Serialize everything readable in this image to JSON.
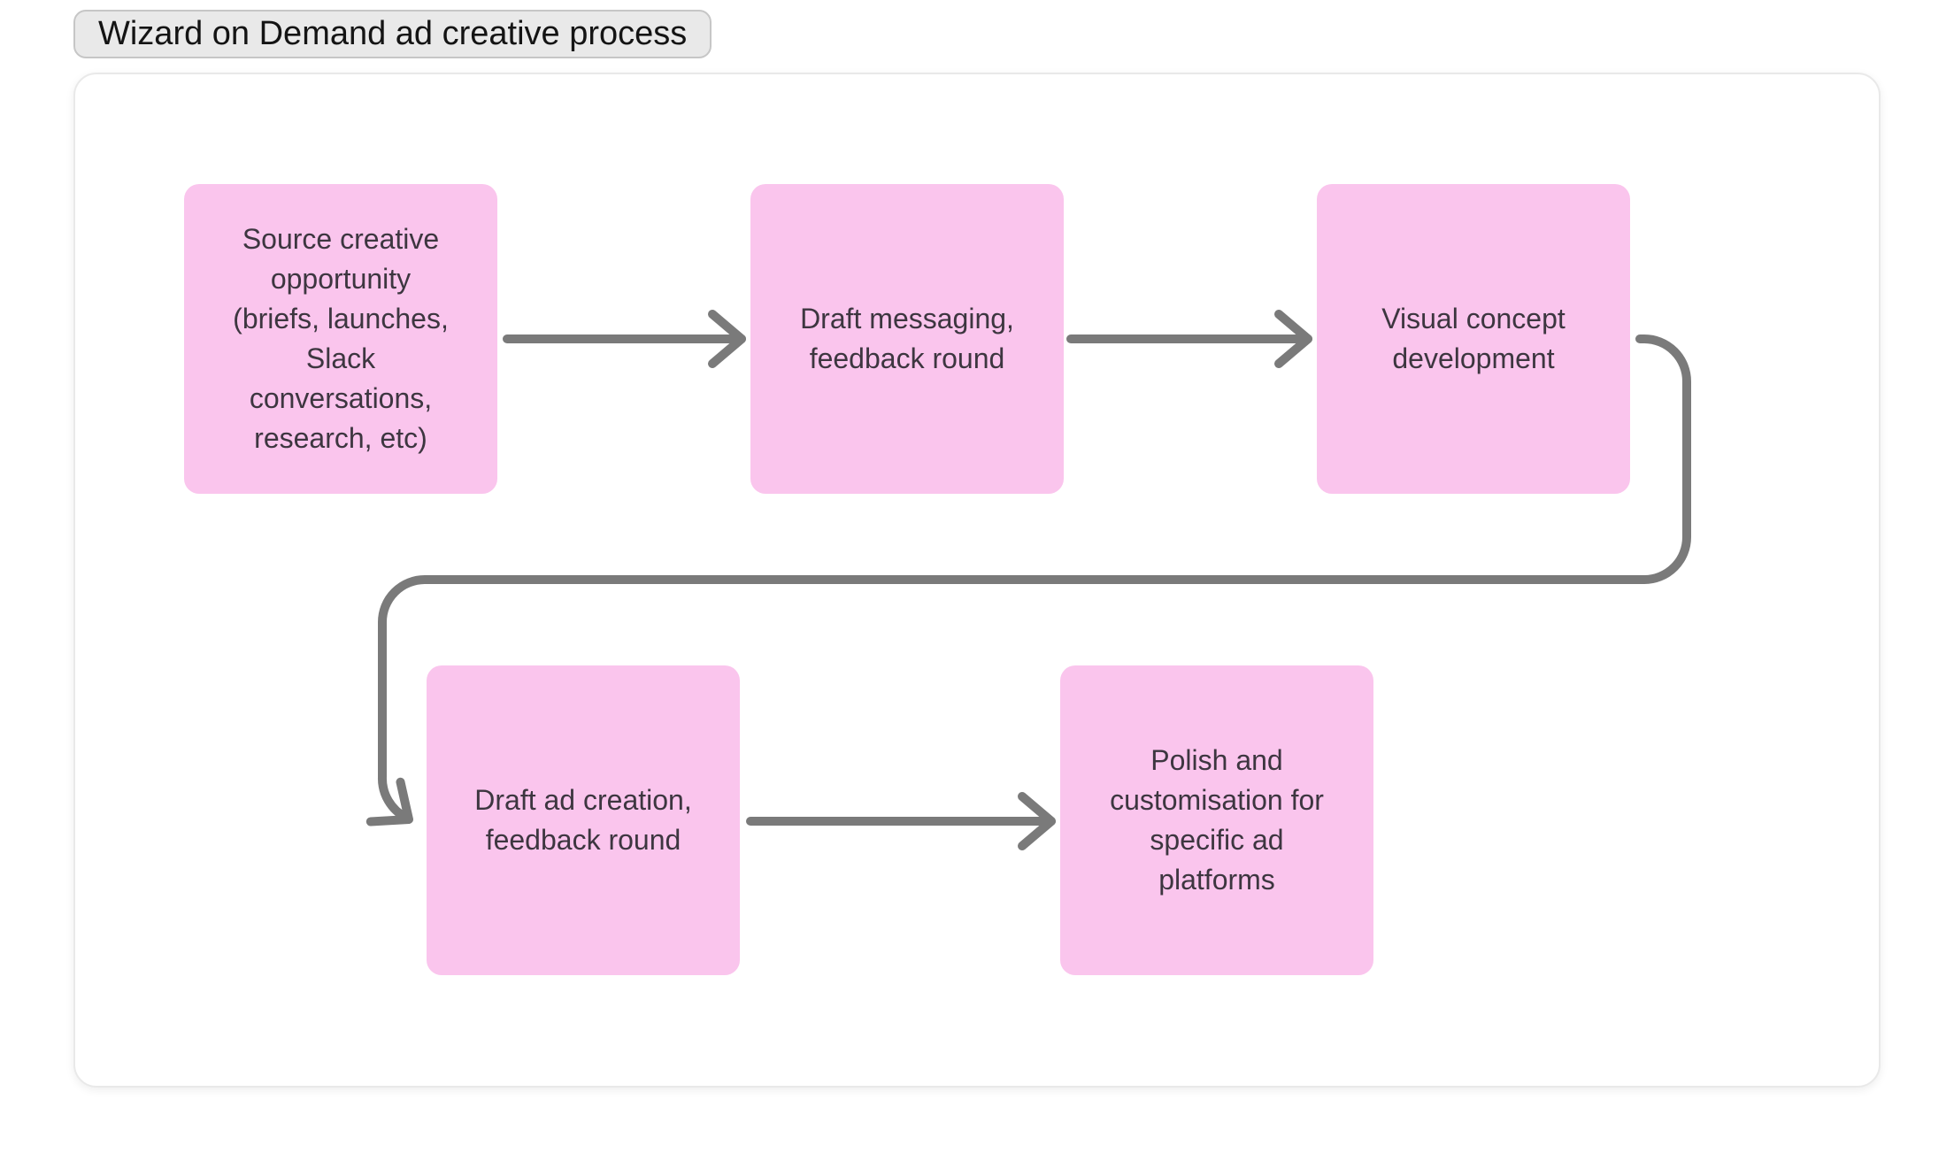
{
  "board": {
    "title": "Wizard on Demand ad creative process"
  },
  "colors": {
    "sticky_pink": "#FAC5ED",
    "note_text": "#3D3640",
    "arrow_gray": "#7A7A7A",
    "pill_background": "#E9E9E9",
    "pill_border": "#C6C6C6",
    "canvas_background": "#FFFFFF",
    "canvas_border": "#E9E9E9"
  },
  "diagram": {
    "nodes": [
      {
        "id": "source-creative-opportunity",
        "label": "Source creative\nopportunity\n(briefs, launches,\nSlack\nconversations,\nresearch, etc)"
      },
      {
        "id": "draft-messaging",
        "label": "Draft messaging,\nfeedback round"
      },
      {
        "id": "visual-concept-development",
        "label": "Visual concept\ndevelopment"
      },
      {
        "id": "draft-ad-creation",
        "label": "Draft ad creation,\nfeedback round"
      },
      {
        "id": "polish-customisation",
        "label": "Polish and\ncustomisation for\nspecific ad\nplatforms"
      }
    ],
    "connectors": [
      {
        "from": "source-creative-opportunity",
        "to": "draft-messaging"
      },
      {
        "from": "draft-messaging",
        "to": "visual-concept-development"
      },
      {
        "from": "visual-concept-development",
        "to": "draft-ad-creation"
      },
      {
        "from": "draft-ad-creation",
        "to": "polish-customisation"
      }
    ]
  }
}
